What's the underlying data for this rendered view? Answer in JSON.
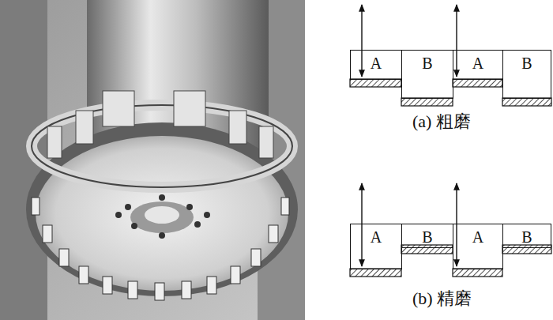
{
  "diagram": {
    "nodes": [
      {
        "text": [
          "A"
        ]
      },
      {
        "text": [
          "B"
        ]
      },
      {
        "text": [
          "A"
        ]
      },
      {
        "text": [
          "B"
        ]
      },
      {
        "text": [
          "A"
        ]
      },
      {
        "text": [
          "B"
        ]
      },
      {
        "text": [
          "A"
        ]
      },
      {
        "text": [
          "B"
        ]
      }
    ],
    "labels": [
      "(a) 粗磨",
      "(b) 精磨"
    ]
  }
}
